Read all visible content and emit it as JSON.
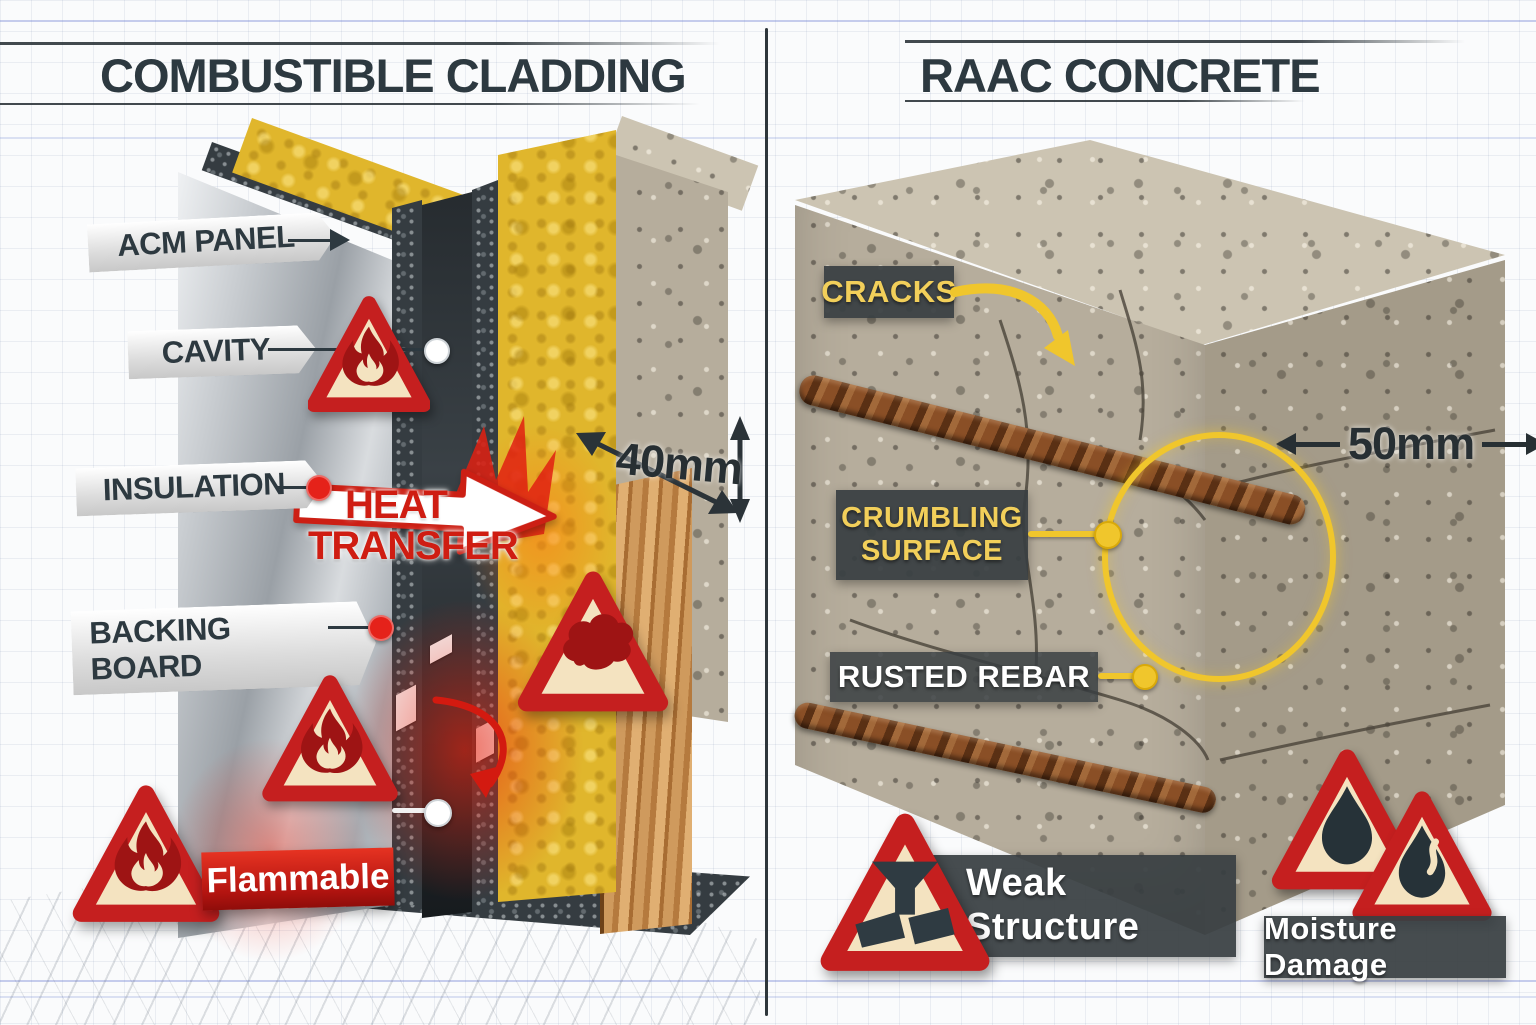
{
  "left_panel": {
    "title": "COMBUSTIBLE CLADDING",
    "labels": {
      "acm_panel": "ACM PANEL",
      "cavity": "CAVITY",
      "insulation": "INSULATION",
      "backing_board": "BACKING BOARD"
    },
    "heat_transfer": {
      "line1": "HEAT",
      "line2": "TRANSFER"
    },
    "flammable_label": "Flammable",
    "dimension_label": "40mm"
  },
  "right_panel": {
    "title": "RAAC CONCRETE",
    "labels": {
      "cracks": "CRACKS",
      "crumbling_line1": "CRUMBLING",
      "crumbling_line2": "SURFACE",
      "rusted_rebar": "RUSTED REBAR"
    },
    "dimension_label": "50mm",
    "weak_structure": {
      "line1": "Weak",
      "line2": "Structure"
    },
    "moisture_damage": "Moisture Damage"
  },
  "colors": {
    "title_text": "#2d3940",
    "warning_red": "#c51f1f",
    "warning_cream": "#f4e3c0",
    "accent_yellow": "#f0c62c",
    "label_dark_box": "#383e42",
    "flammable_banner": "#b31410",
    "heat_red": "#cf1d12",
    "insulation_yellow": "#e0b62c"
  }
}
